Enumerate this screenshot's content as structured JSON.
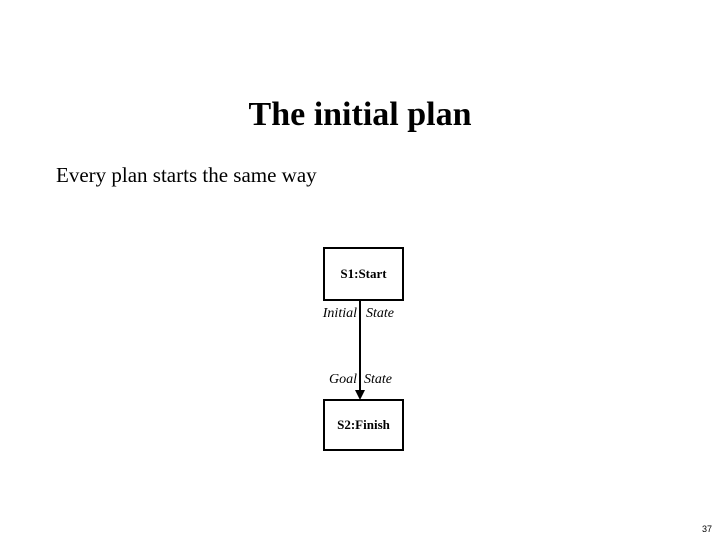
{
  "slide": {
    "title": "The initial plan",
    "body_text": "Every plan starts the same way",
    "page_number": "37",
    "background_color": "#ffffff",
    "text_color": "#000000"
  },
  "diagram": {
    "type": "partial-order-plan",
    "nodes": [
      {
        "id": "S1",
        "label": "S1:Start",
        "role": "start-step"
      },
      {
        "id": "S2",
        "label": "S2:Finish",
        "role": "finish-step"
      }
    ],
    "link": {
      "from": "S1",
      "to": "S2",
      "arrow": "down",
      "labels": {
        "top_left": "Initial",
        "top_right": "State",
        "bottom_left": "Goal",
        "bottom_right": "State"
      }
    }
  }
}
